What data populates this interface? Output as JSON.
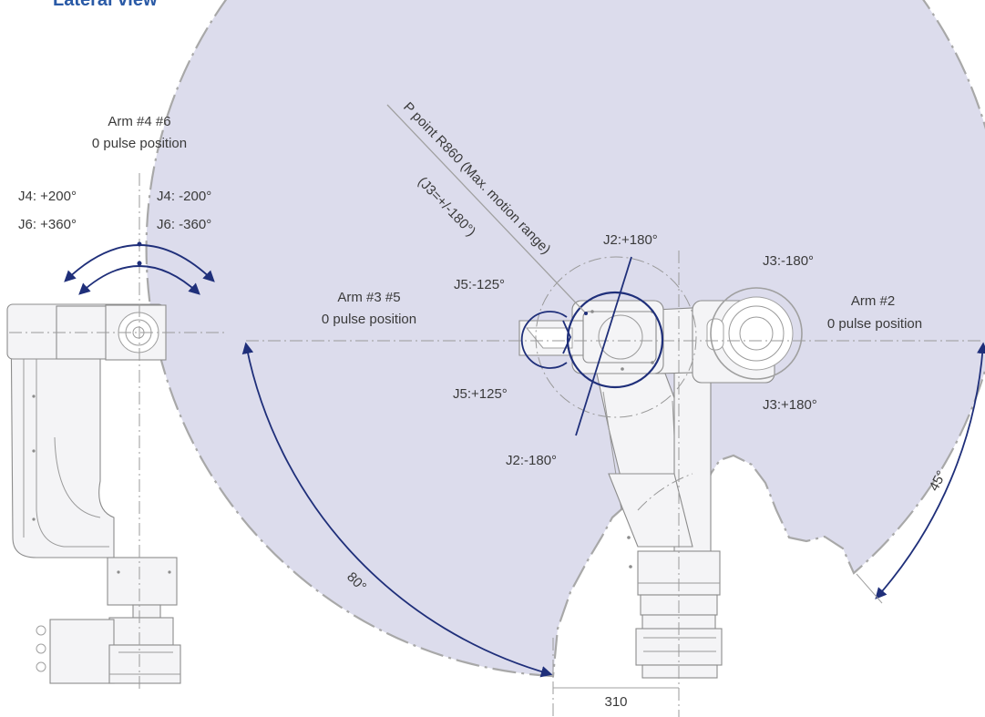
{
  "title": "Lateral view",
  "colors": {
    "motion_range_fill": "#dcdcec",
    "motion_range_border": "#a8a8a8",
    "arrow": "#1f2f7a",
    "title": "#2a5aa6",
    "text": "#3a3a3a"
  },
  "side_view": {
    "arm46_title": "Arm #4 #6",
    "arm46_sub": "0 pulse position",
    "j4_plus": "J4: +200°",
    "j4_minus": "J4: -200°",
    "j6_plus": "J6: +360°",
    "j6_minus": "J6: -360°"
  },
  "top_view": {
    "radius_label": "P point R860 (Max. motion range)",
    "j3_note": "(J3=+/-180°)",
    "j2_plus": "J2:+180°",
    "j2_minus": "J2:-180°",
    "j3_minus": "J3:-180°",
    "j3_plus": "J3:+180°",
    "j5_minus": "J5:-125°",
    "j5_plus": "J5:+125°",
    "arm35_title": "Arm #3 #5",
    "arm35_sub": "0 pulse position",
    "arm2_title": "Arm #2",
    "arm2_sub": "0 pulse position",
    "angle_left": "80°",
    "angle_right": "45°",
    "dim_bottom": "310"
  }
}
